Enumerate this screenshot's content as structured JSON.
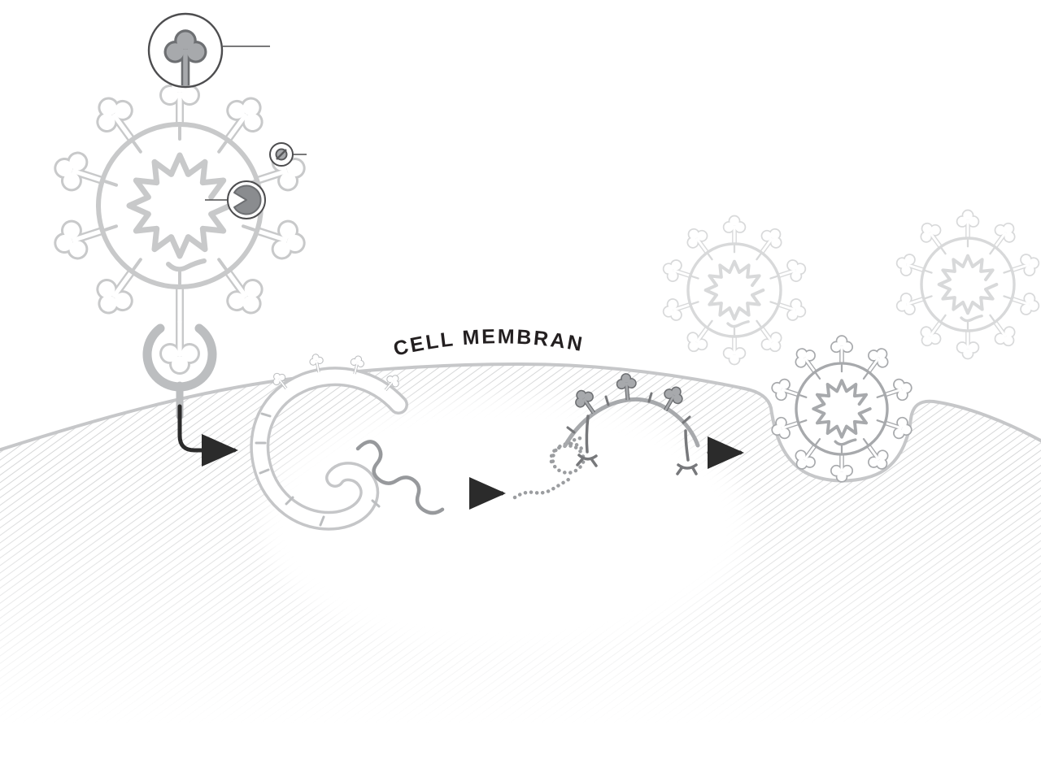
{
  "figure": {
    "kind": "virus-replication-cycle-illustration",
    "stage_count": 5
  },
  "labels": {
    "cell_membrane": "CELL MEMBRANE"
  },
  "colors": {
    "background": "#ffffff",
    "virus_outline": "#c8c9ca",
    "virus_released_faded": "#d8d9da",
    "virus_budding": "#a7a9ac",
    "spike_dark_outline": "#6d6f72",
    "spike_dark_fill": "#a7a9ac",
    "receptor": "#bcbec0",
    "membrane_hatch_line": "#d6d7d8",
    "membrane_edge": "#c6c7c9",
    "rna": "#97999c",
    "arrow": "#2b2b2b",
    "callout_line": "#4d4d4f",
    "label_text": "#231f20"
  }
}
